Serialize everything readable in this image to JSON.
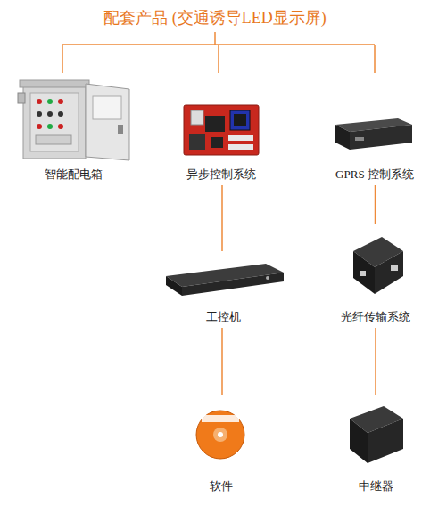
{
  "diagram": {
    "title": "配套产品 (交通诱导LED显示屏)",
    "nodes": [
      {
        "text": [
          "智能配电箱"
        ]
      },
      {
        "text": [
          "异步控制系统"
        ]
      },
      {
        "text": [
          "GPRS 控制系统"
        ]
      },
      {
        "text": [
          "工控机"
        ]
      },
      {
        "text": [
          "光纤传输系统"
        ]
      },
      {
        "text": [
          "软件"
        ]
      },
      {
        "text": [
          "中继器"
        ]
      }
    ],
    "edges": [
      {
        "from": 1,
        "to": 3,
        "arrow": "none"
      },
      {
        "from": 3,
        "to": 5,
        "arrow": "none"
      },
      {
        "from": 2,
        "to": 4,
        "arrow": "none"
      },
      {
        "from": 4,
        "to": 6,
        "arrow": "none"
      }
    ]
  }
}
